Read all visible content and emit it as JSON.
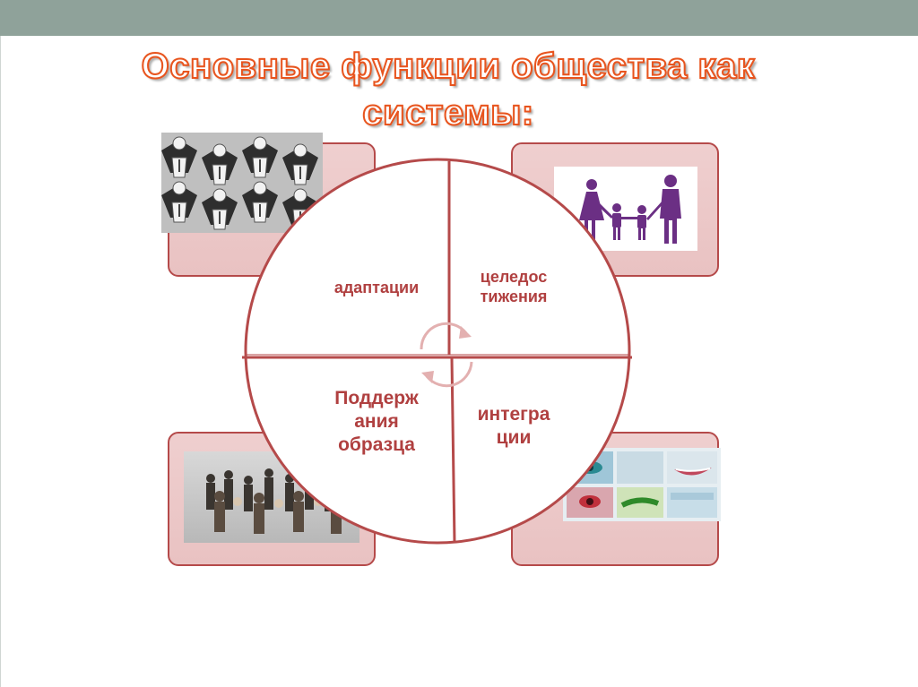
{
  "slide": {
    "title_line1": "Основные функции общества как",
    "title_line2": "системы:"
  },
  "quadrants": {
    "top_left": "адаптации",
    "top_right": "целедос\nтижения",
    "bottom_left": "Поддерж\nания\nобразца",
    "bottom_right": "интегра\nции"
  },
  "colors": {
    "top_bar": "#8fa29a",
    "title_stroke": "#e8541e",
    "box_border": "#b54a4a",
    "box_fill": "#ecc8c8",
    "circle_stroke": "#b54a4a",
    "label_text": "#b04040",
    "cycle_arrows": "#e3b0b0"
  },
  "icons": {
    "top_left_picture": "office-workers-pattern-image",
    "top_right_picture": "family-silhouette-image",
    "bottom_left_picture": "crowd-of-people-image",
    "bottom_right_picture": "faces-collage-image",
    "center": "cycle-arrows-icon"
  }
}
